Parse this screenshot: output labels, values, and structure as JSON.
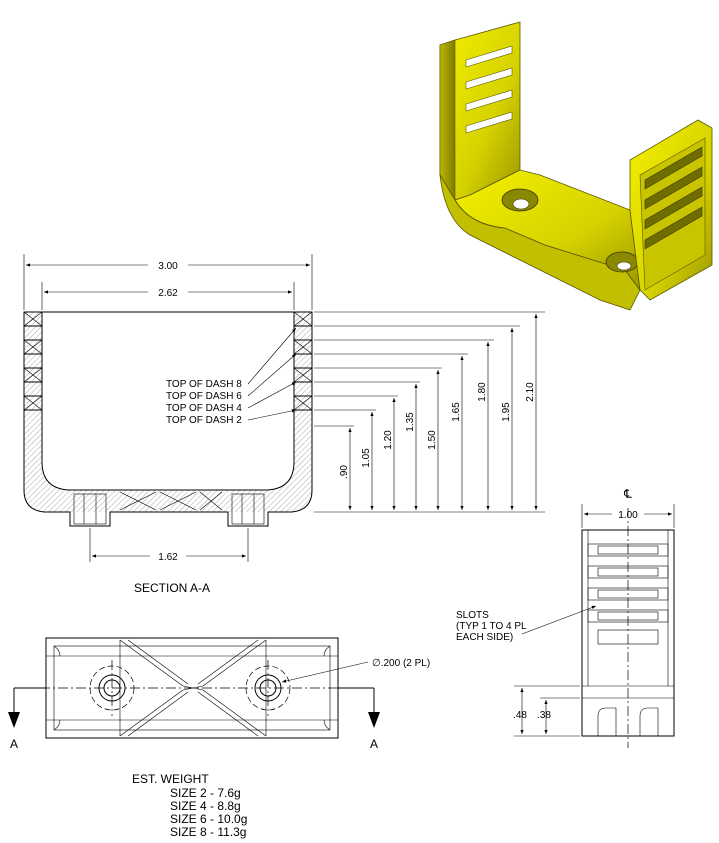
{
  "section_view": {
    "dims": {
      "overall_width": "3.00",
      "inner_width": "2.62",
      "hole_spacing": "1.62",
      "h_090": ".90",
      "h_105": "1.05",
      "h_120": "1.20",
      "h_135": "1.35",
      "h_150": "1.50",
      "h_165": "1.65",
      "h_180": "1.80",
      "h_195": "1.95",
      "h_210": "2.10"
    },
    "callouts": [
      "TOP OF DASH 8",
      "TOP OF DASH 6",
      "TOP OF DASH 4",
      "TOP OF DASH 2"
    ],
    "title": "SECTION A-A"
  },
  "top_view": {
    "hole_callout": "∅.200 (2 PL)",
    "section_mark": "A"
  },
  "side_view": {
    "centerline_symbol": "℄",
    "width": "1.00",
    "slots_note": [
      "SLOTS",
      "(TYP 1 TO 4 PL",
      "EACH SIDE)"
    ],
    "dim_outer": ".48",
    "dim_inner": ".38"
  },
  "weight_table": {
    "heading": "EST. WEIGHT",
    "rows": [
      "SIZE 2 - 7.6g",
      "SIZE 4 - 8.8g",
      "SIZE 6 - 10.0g",
      "SIZE 8 - 11.3g"
    ]
  },
  "colors": {
    "model_yellow": "#d9d600",
    "model_shadow": "#8a8a00",
    "line": "#000000"
  }
}
